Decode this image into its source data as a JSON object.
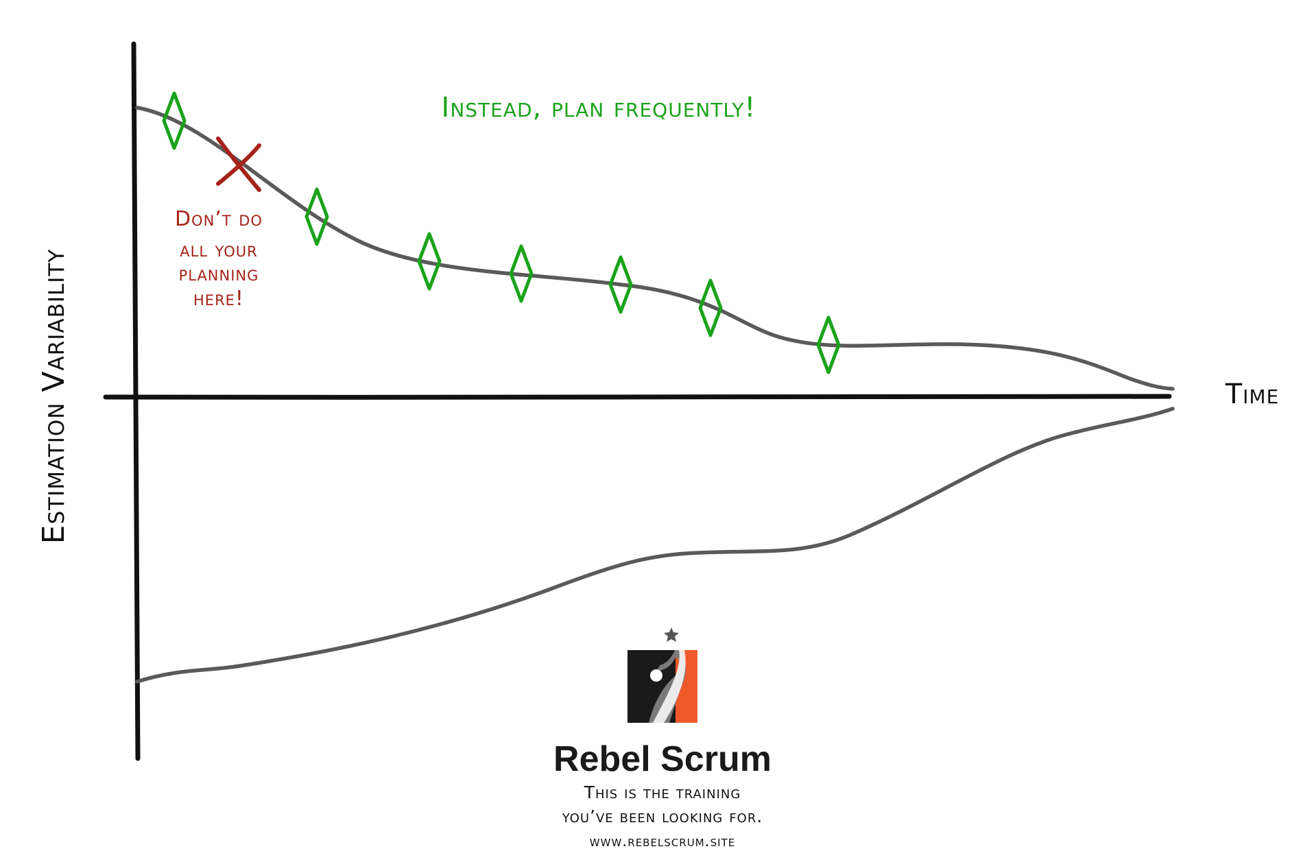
{
  "diagram": {
    "y_axis_label": "Estimation Variability",
    "x_axis_label": "Time",
    "good_note": "Instead, plan frequently!",
    "bad_note": [
      "Don’t do",
      "all your",
      "planning",
      "here!"
    ],
    "planning_points": [
      "planning-point",
      "planning-point",
      "planning-point",
      "planning-point",
      "planning-point",
      "planning-point",
      "planning-point"
    ],
    "colors": {
      "curve": "#5a5a5a",
      "axis": "#111111",
      "good": "#1aa31a",
      "bad": "#a52218"
    }
  },
  "branding": {
    "name": "Rebel Scrum",
    "tagline_1": "This is the training",
    "tagline_2": "you’ve been looking for.",
    "url": "www.rebelscrum.site",
    "colors": {
      "dark": "#1a1a1a",
      "accent": "#ee5a2a",
      "figure": "#7a7a7a"
    }
  }
}
